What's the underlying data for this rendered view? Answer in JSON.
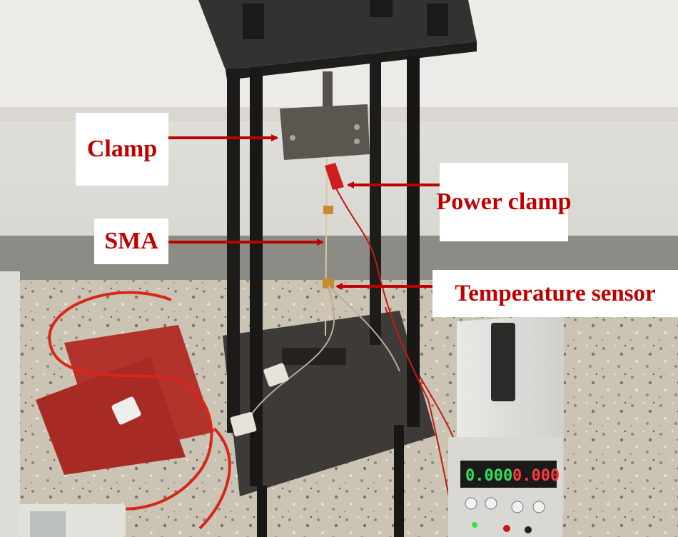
{
  "figure": {
    "labels": {
      "clamp": "Clamp",
      "sma": "SMA",
      "power_clamp": "Power clamp",
      "temperature_sensor": "Temperature sensor"
    },
    "display_left": "0.000",
    "display_right": "0.000"
  },
  "colors": {
    "label_text": "#c00000",
    "arrow": "#c00000",
    "label_background": "#ffffff"
  }
}
